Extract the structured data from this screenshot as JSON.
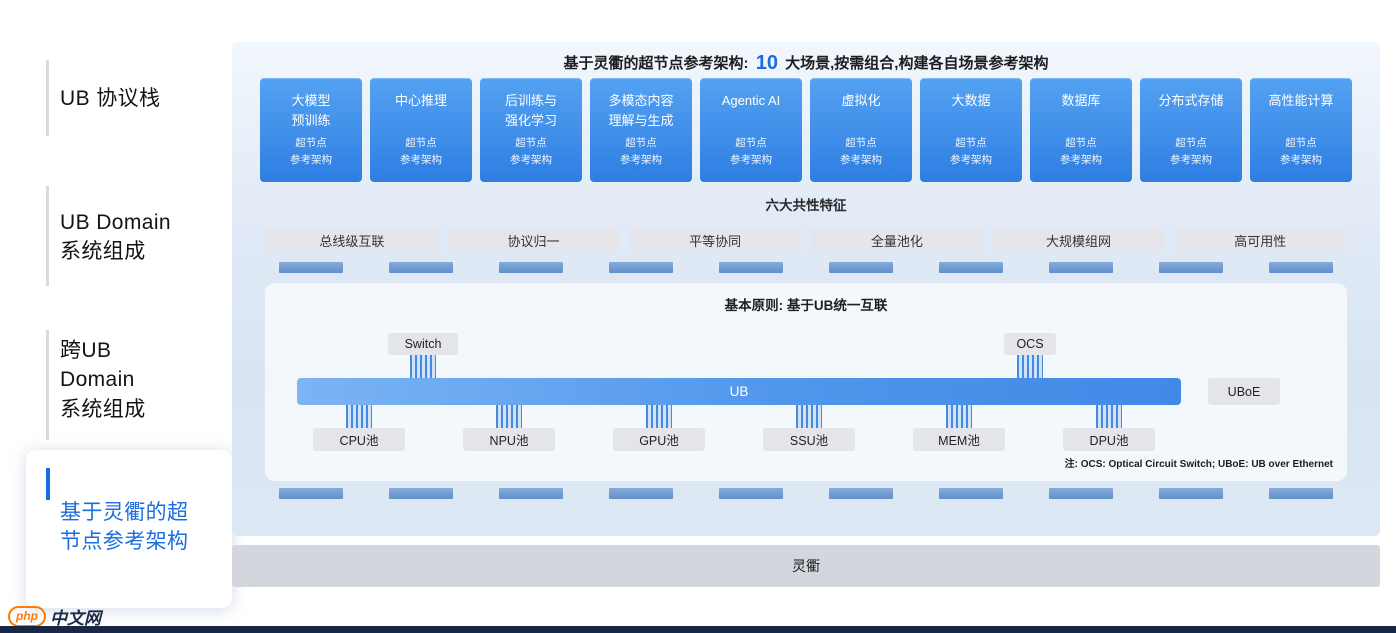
{
  "sidebar": {
    "items": [
      {
        "label": "UB 协议栈"
      },
      {
        "label": "UB Domain\n系统组成"
      },
      {
        "label": "跨UB\nDomain\n系统组成"
      },
      {
        "label": "基于灵衢的超\n节点参考架构"
      }
    ]
  },
  "main": {
    "title": {
      "prefix": "基于灵衢的超节点参考架构: ",
      "highlight": "10",
      "suffix": " 大场景,按需组合,构建各自场景参考架构"
    },
    "scenario_cards": [
      {
        "title": "大模型\n预训练",
        "subtitle": "超节点\n参考架构"
      },
      {
        "title": "中心推理",
        "subtitle": "超节点\n参考架构"
      },
      {
        "title": "后训练与\n强化学习",
        "subtitle": "超节点\n参考架构"
      },
      {
        "title": "多模态内容\n理解与生成",
        "subtitle": "超节点\n参考架构"
      },
      {
        "title": "Agentic AI",
        "subtitle": "超节点\n参考架构"
      },
      {
        "title": "虚拟化",
        "subtitle": "超节点\n参考架构"
      },
      {
        "title": "大数据",
        "subtitle": "超节点\n参考架构"
      },
      {
        "title": "数据库",
        "subtitle": "超节点\n参考架构"
      },
      {
        "title": "分布式存储",
        "subtitle": "超节点\n参考架构"
      },
      {
        "title": "高性能计算",
        "subtitle": "超节点\n参考架构"
      }
    ],
    "features": {
      "heading": "六大共性特征",
      "items": [
        "总线级互联",
        "协议归一",
        "平等协同",
        "全量池化",
        "大规模组网",
        "高可用性"
      ]
    },
    "principle": "基本原则: 基于UB统一互联",
    "diagram": {
      "switch_label": "Switch",
      "ocs_label": "OCS",
      "ub_label": "UB",
      "uboe_label": "UBoE",
      "pools": [
        "CPU池",
        "NPU池",
        "GPU池",
        "SSU池",
        "MEM池",
        "DPU池"
      ],
      "note": "注: OCS: Optical Circuit Switch; UBoE: UB over Ethernet"
    },
    "footer_bar": "灵衢"
  },
  "logo": {
    "php": "php",
    "text": "中文网"
  },
  "colors": {
    "accent": "#1b6ce0",
    "card_blue": "#2e7ee2",
    "strip_blue": "#6c99d1"
  }
}
